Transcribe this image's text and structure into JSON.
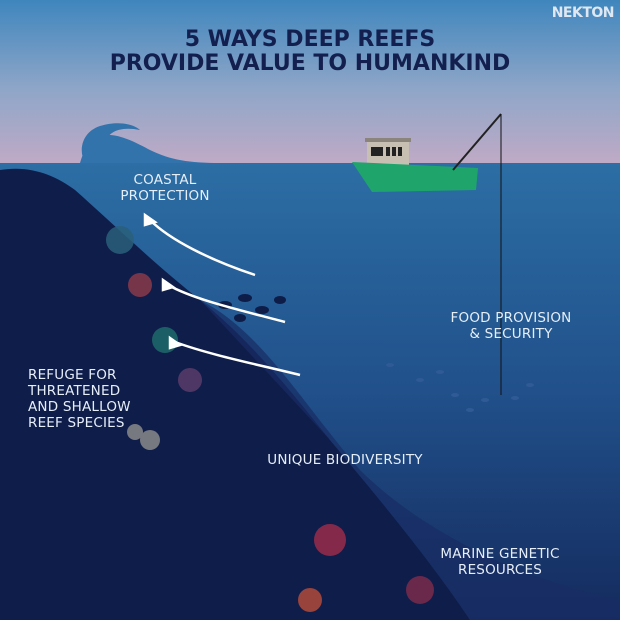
{
  "logo": "NEKTON",
  "title": {
    "line1": "5 WAYS DEEP REEFS",
    "line2": "PROVIDE VALUE TO HUMANKIND"
  },
  "labels": {
    "coastal": [
      "COASTAL",
      "PROTECTION"
    ],
    "food": [
      "FOOD PROVISION",
      "& SECURITY"
    ],
    "refuge": [
      "REFUGE FOR",
      "THREATENED",
      "AND SHALLOW",
      "REEF SPECIES"
    ],
    "biodiversity": "UNIQUE BIODIVERSITY",
    "genetic": [
      "MARINE GENETIC",
      "RESOURCES"
    ]
  },
  "colors": {
    "title": "#13204f",
    "boat": "#1fa56b",
    "reef": "#0f1d4a"
  }
}
